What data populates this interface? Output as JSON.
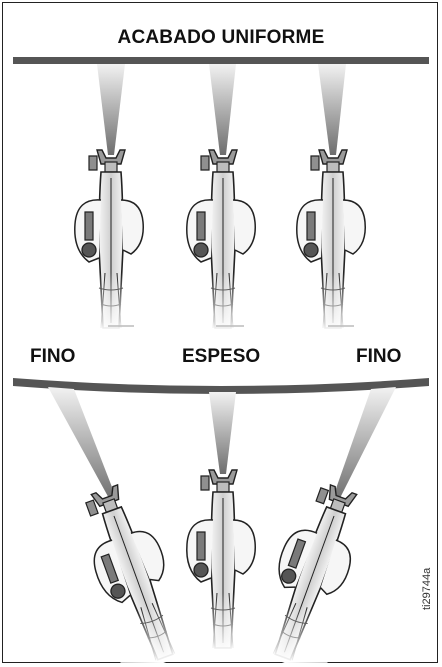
{
  "top_panel": {
    "title": "ACABADO UNIFORME"
  },
  "bottom_panel": {
    "labels": {
      "left": "FINO",
      "center": "ESPESO",
      "right": "FINO"
    }
  },
  "figure_code": "ti29744a",
  "colors": {
    "ink": "#111111",
    "surface_bar": "#555555",
    "spray_dark": "#6d6d6d",
    "spray_light": "#f2f2f2",
    "gun": "#d9d9d9"
  }
}
